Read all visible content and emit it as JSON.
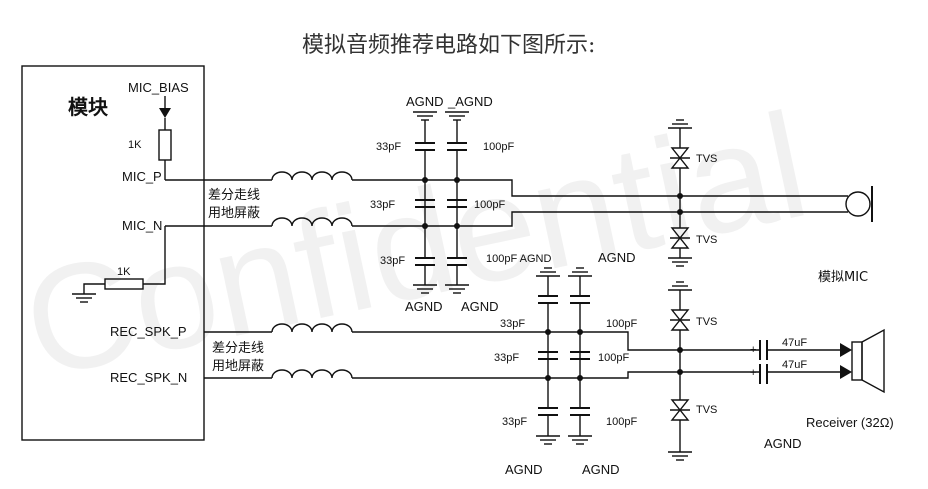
{
  "title": "模拟音频推荐电路如下图所示:",
  "watermark": "Confidential",
  "module": {
    "name": "模块",
    "pins": {
      "mic_bias": "MIC_BIAS",
      "mic_p": "MIC_P",
      "mic_n": "MIC_N",
      "rec_spk_p": "REC_SPK_P",
      "rec_spk_n": "REC_SPK_N"
    },
    "r_bias": "1K",
    "r_gnd": "1K"
  },
  "notes": {
    "diff_mic_1": "差分走线",
    "diff_mic_2": "用地屏蔽",
    "diff_spk_1": "差分走线",
    "diff_spk_2": "用地屏蔽"
  },
  "caps": {
    "c33": "33pF",
    "c100": "100pF",
    "c100_agnd": "100pF AGND",
    "c47": "47uF"
  },
  "ground": "AGND",
  "ground_underscore": "_AGND",
  "tvs": "TVS",
  "mic_label": "模拟MIC",
  "receiver": "Receiver (32Ω)"
}
